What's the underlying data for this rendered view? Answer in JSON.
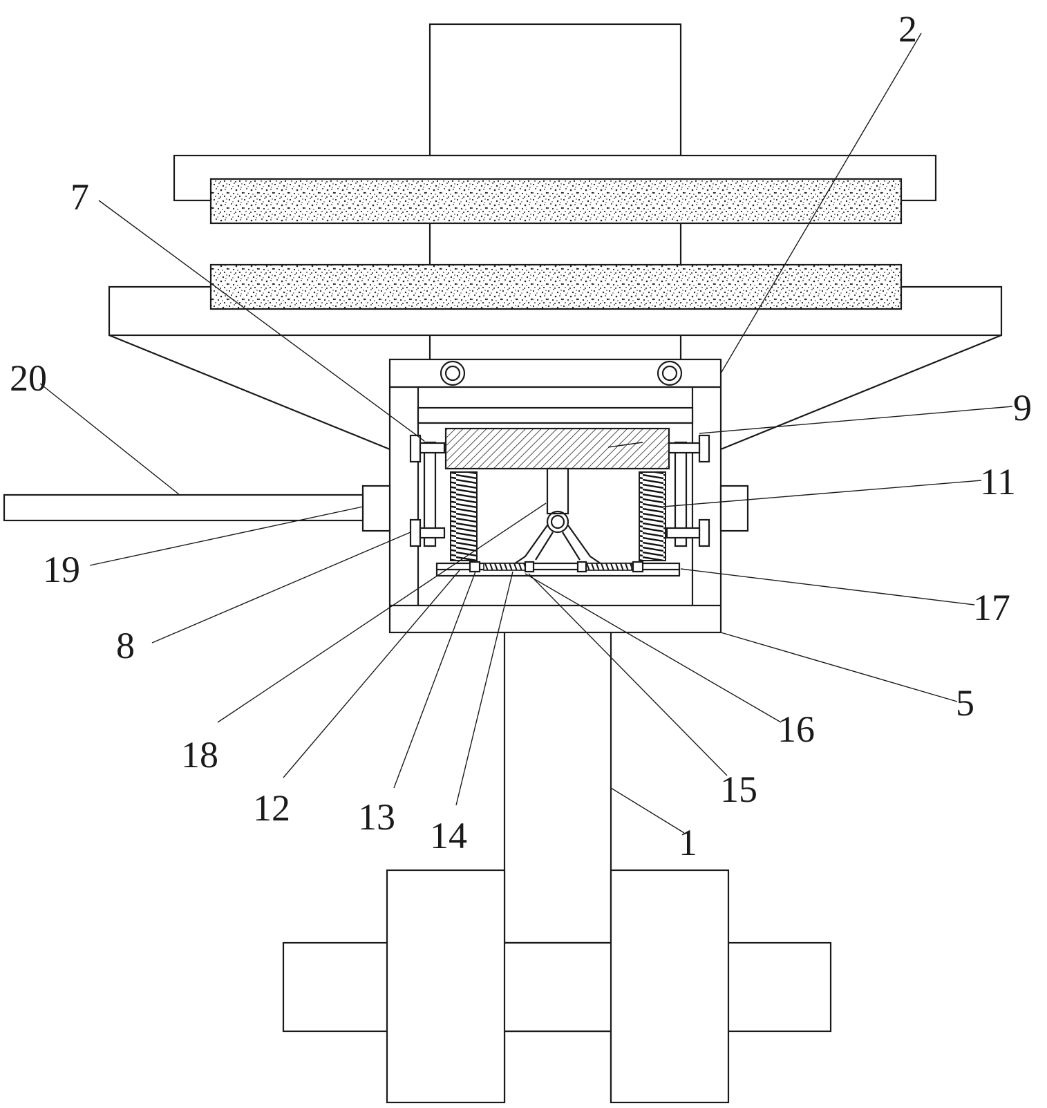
{
  "labels": [
    {
      "id": "label-1",
      "text": "1"
    },
    {
      "id": "label-2",
      "text": "2"
    },
    {
      "id": "label-5",
      "text": "5"
    },
    {
      "id": "label-7",
      "text": "7"
    },
    {
      "id": "label-8",
      "text": "8"
    },
    {
      "id": "label-9",
      "text": "9"
    },
    {
      "id": "label-11",
      "text": "11"
    },
    {
      "id": "label-12",
      "text": "12"
    },
    {
      "id": "label-13",
      "text": "13"
    },
    {
      "id": "label-14",
      "text": "14"
    },
    {
      "id": "label-15",
      "text": "15"
    },
    {
      "id": "label-16",
      "text": "16"
    },
    {
      "id": "label-17",
      "text": "17"
    },
    {
      "id": "label-18",
      "text": "18"
    },
    {
      "id": "label-19",
      "text": "19"
    },
    {
      "id": "label-20",
      "text": "20"
    }
  ]
}
